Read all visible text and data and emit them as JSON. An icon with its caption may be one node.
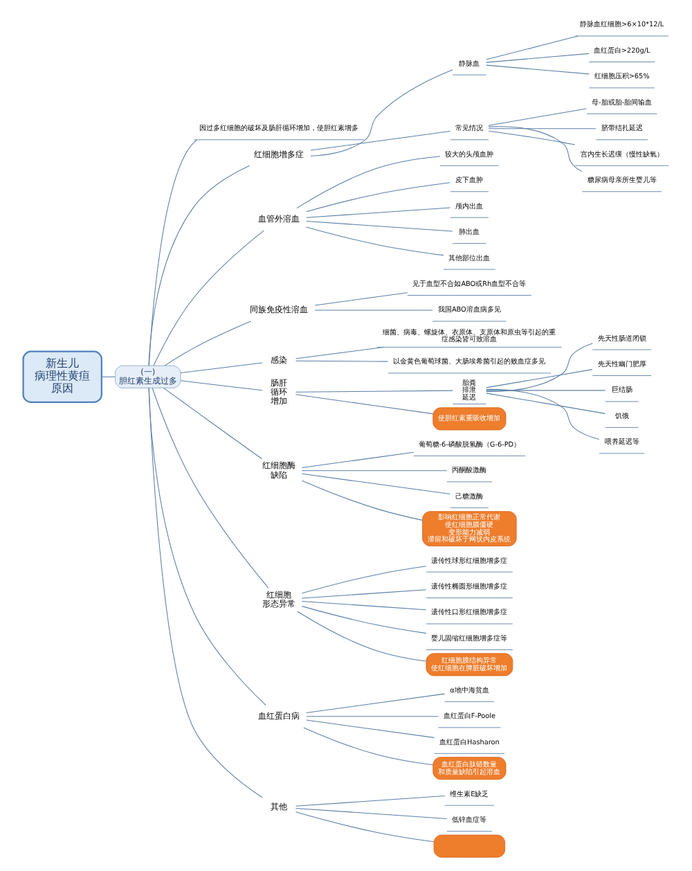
{
  "diagram": {
    "nodes": [
      {
        "text": [
          "新生儿病理性黄疸原因"
        ]
      },
      {
        "text": [
          "(一) 胆红素生成过多"
        ]
      },
      {
        "text": [
          "因过多红细胞的破坏及肠肝循环增加，使胆红素增多"
        ]
      },
      {
        "text": [
          "红细胞增多症"
        ]
      },
      {
        "text": [
          "静脉血"
        ]
      },
      {
        "text": [
          "静脉血红细胞>6×10*12/L"
        ]
      },
      {
        "text": [
          "血红蛋白>220g/L"
        ]
      },
      {
        "text": [
          "红细胞压积>65%"
        ]
      },
      {
        "text": [
          "常见情况"
        ]
      },
      {
        "text": [
          "母-胎或胎-胎间输血"
        ]
      },
      {
        "text": [
          "脐带结扎延迟"
        ]
      },
      {
        "text": [
          "宫内生长迟缓（慢性缺氧）"
        ]
      },
      {
        "text": [
          "糖尿病母亲所生婴儿等"
        ]
      },
      {
        "text": [
          "血管外溶血"
        ]
      },
      {
        "text": [
          "较大的头颅血肿"
        ]
      },
      {
        "text": [
          "皮下血肿"
        ]
      },
      {
        "text": [
          "颅内出血"
        ]
      },
      {
        "text": [
          "肺出血"
        ]
      },
      {
        "text": [
          "其他部位出血"
        ]
      },
      {
        "text": [
          "同族免疫性溶血"
        ]
      },
      {
        "text": [
          "见于血型不合如ABO或Rh血型不合等"
        ]
      },
      {
        "text": [
          "我国ABO溶血病多见"
        ]
      },
      {
        "text": [
          "感染"
        ]
      },
      {
        "text": [
          "细菌、病毒、螺旋体、衣原体、支原体和原虫等引起的重症感染皆可致溶血"
        ]
      },
      {
        "text": [
          "以金黄色葡萄球菌、大肠埃希菌引起的败血症多见"
        ]
      },
      {
        "text": [
          "肠肝循环增加"
        ]
      },
      {
        "text": [
          "胎粪排泄延迟"
        ]
      },
      {
        "text": [
          "先天性肠道闭锁"
        ]
      },
      {
        "text": [
          "先天性幽门肥厚"
        ]
      },
      {
        "text": [
          "巨结肠"
        ]
      },
      {
        "text": [
          "饥饿"
        ]
      },
      {
        "text": [
          "喂养延迟等"
        ]
      },
      {
        "text": [
          "使胆红素重吸收增加"
        ]
      },
      {
        "text": [
          "红细胞酶缺陷"
        ]
      },
      {
        "text": [
          "葡萄糖-6-磷酸脱氢酶（G-6-PD）"
        ]
      },
      {
        "text": [
          "丙酮酸激酶"
        ]
      },
      {
        "text": [
          "己糖激酶"
        ]
      },
      {
        "text": [
          "影响红细胞正常代谢使红细胞膜僵硬变形能力减弱滞留和破坏于网状内皮系统"
        ]
      },
      {
        "text": [
          "红细胞形态异常"
        ]
      },
      {
        "text": [
          "遗传性球形红细胞增多症"
        ]
      },
      {
        "text": [
          "遗传性椭圆形细胞增多症"
        ]
      },
      {
        "text": [
          "遗传性口形红细胞增多症"
        ]
      },
      {
        "text": [
          "婴儿固缩红细胞增多症等"
        ]
      },
      {
        "text": [
          "红细胞膜结构异常使红细胞在脾脏破坏增加"
        ]
      },
      {
        "text": [
          "血红蛋白病"
        ]
      },
      {
        "text": [
          "α地中海贫血"
        ]
      },
      {
        "text": [
          "血红蛋白F-Poole"
        ]
      },
      {
        "text": [
          "血红蛋白Hasharon"
        ]
      },
      {
        "text": [
          "血红蛋白肽链数量和质量缺陷引起溶血"
        ]
      },
      {
        "text": [
          "其他"
        ]
      },
      {
        "text": [
          "维生素E缺乏"
        ]
      },
      {
        "text": [
          "低锌血症等"
        ]
      },
      {
        "text": [],
        "shape": "box"
      }
    ],
    "edges": [
      {
        "from": 0,
        "to": 1,
        "arrow": "none"
      },
      {
        "from": 1,
        "to": 2,
        "arrow": "none"
      },
      {
        "from": 1,
        "to": 3,
        "arrow": "none"
      },
      {
        "from": 3,
        "to": 4,
        "arrow": "none"
      },
      {
        "from": 4,
        "to": 5,
        "arrow": "none"
      },
      {
        "from": 4,
        "to": 6,
        "arrow": "none"
      },
      {
        "from": 4,
        "to": 7,
        "arrow": "none"
      },
      {
        "from": 3,
        "to": 8,
        "arrow": "none"
      },
      {
        "from": 8,
        "to": 9,
        "arrow": "none"
      },
      {
        "from": 8,
        "to": 10,
        "arrow": "none"
      },
      {
        "from": 8,
        "to": 11,
        "arrow": "none"
      },
      {
        "from": 8,
        "to": 12,
        "arrow": "none"
      },
      {
        "from": 1,
        "to": 13,
        "arrow": "none"
      },
      {
        "from": 13,
        "to": 14,
        "arrow": "none"
      },
      {
        "from": 13,
        "to": 15,
        "arrow": "none"
      },
      {
        "from": 13,
        "to": 16,
        "arrow": "none"
      },
      {
        "from": 13,
        "to": 17,
        "arrow": "none"
      },
      {
        "from": 13,
        "to": 18,
        "arrow": "none"
      },
      {
        "from": 1,
        "to": 19,
        "arrow": "none"
      },
      {
        "from": 19,
        "to": 20,
        "arrow": "none"
      },
      {
        "from": 19,
        "to": 21,
        "arrow": "none"
      },
      {
        "from": 1,
        "to": 22,
        "arrow": "none"
      },
      {
        "from": 22,
        "to": 23,
        "arrow": "none"
      },
      {
        "from": 22,
        "to": 24,
        "arrow": "none"
      },
      {
        "from": 1,
        "to": 25,
        "arrow": "none"
      },
      {
        "from": 25,
        "to": 26,
        "arrow": "none"
      },
      {
        "from": 26,
        "to": 27,
        "arrow": "none"
      },
      {
        "from": 26,
        "to": 28,
        "arrow": "none"
      },
      {
        "from": 26,
        "to": 29,
        "arrow": "none"
      },
      {
        "from": 26,
        "to": 30,
        "arrow": "none"
      },
      {
        "from": 26,
        "to": 31,
        "arrow": "none"
      },
      {
        "from": 25,
        "to": 32,
        "arrow": "none"
      },
      {
        "from": 1,
        "to": 33,
        "arrow": "none"
      },
      {
        "from": 33,
        "to": 34,
        "arrow": "none"
      },
      {
        "from": 33,
        "to": 35,
        "arrow": "none"
      },
      {
        "from": 33,
        "to": 36,
        "arrow": "none"
      },
      {
        "from": 33,
        "to": 37,
        "arrow": "none"
      },
      {
        "from": 1,
        "to": 38,
        "arrow": "none"
      },
      {
        "from": 38,
        "to": 39,
        "arrow": "none"
      },
      {
        "from": 38,
        "to": 40,
        "arrow": "none"
      },
      {
        "from": 38,
        "to": 41,
        "arrow": "none"
      },
      {
        "from": 38,
        "to": 42,
        "arrow": "none"
      },
      {
        "from": 38,
        "to": 43,
        "arrow": "none"
      },
      {
        "from": 1,
        "to": 44,
        "arrow": "none"
      },
      {
        "from": 44,
        "to": 45,
        "arrow": "none"
      },
      {
        "from": 44,
        "to": 46,
        "arrow": "none"
      },
      {
        "from": 44,
        "to": 47,
        "arrow": "none"
      },
      {
        "from": 44,
        "to": 48,
        "arrow": "none"
      },
      {
        "from": 1,
        "to": 49,
        "arrow": "none"
      },
      {
        "from": 49,
        "to": 50,
        "arrow": "none"
      },
      {
        "from": 49,
        "to": 51,
        "arrow": "none"
      },
      {
        "from": 49,
        "to": 52,
        "arrow": "none"
      }
    ]
  }
}
